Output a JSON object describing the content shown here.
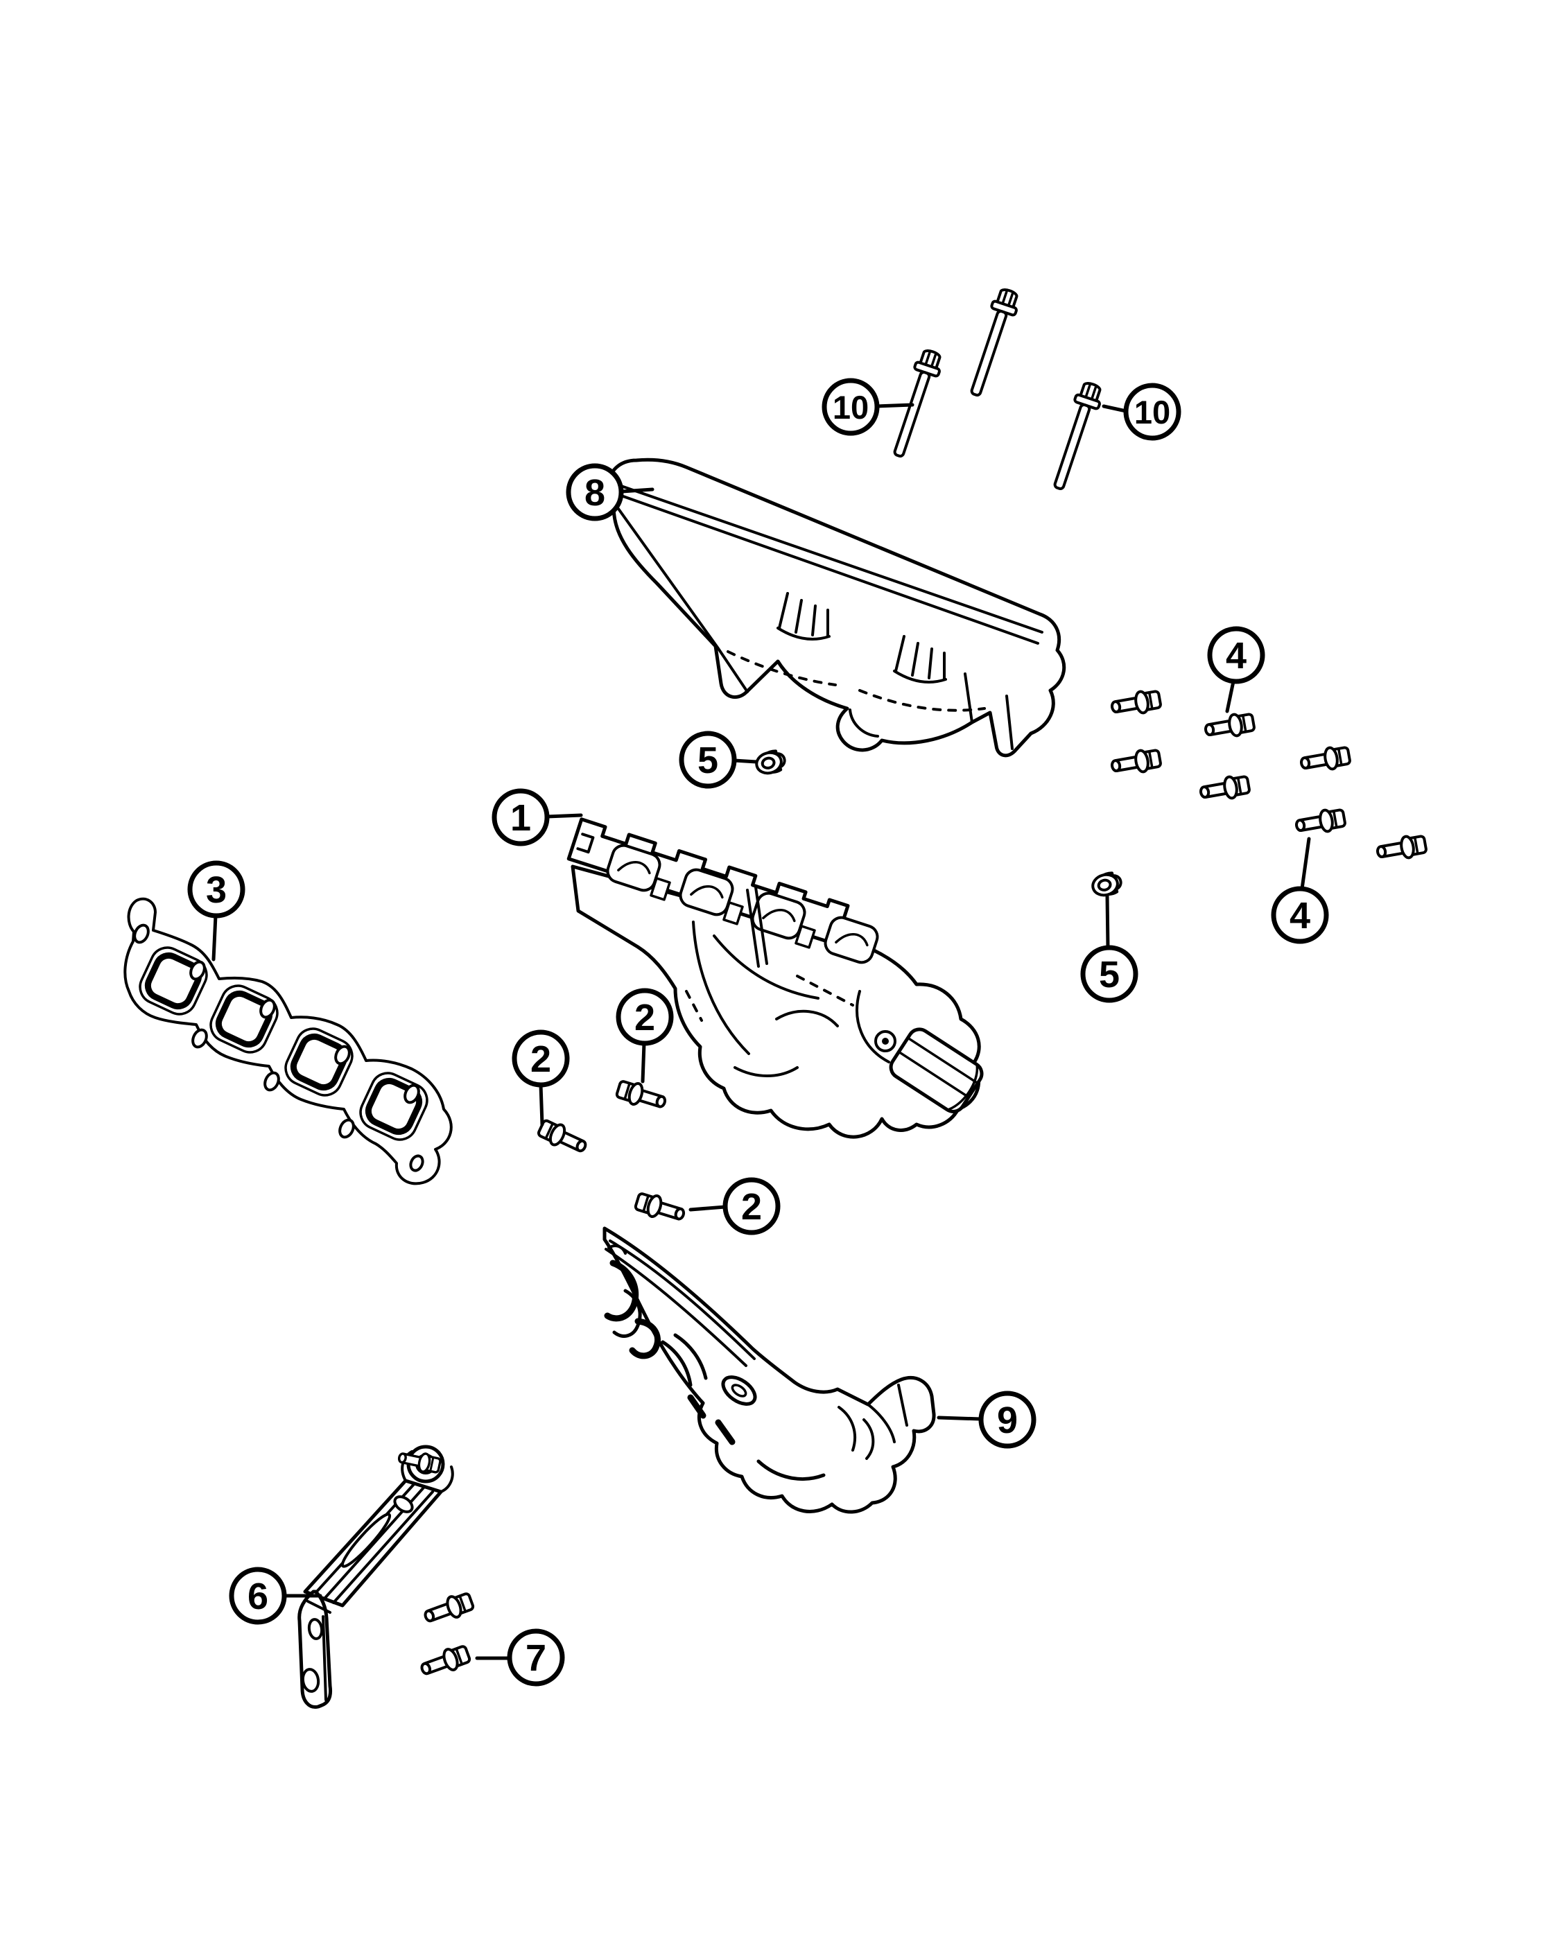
{
  "figure": {
    "background_color": "#ffffff",
    "line_color": "#000000",
    "type": "exploded-parts-diagram"
  },
  "callouts": {
    "c1": {
      "label": "1"
    },
    "c2a": {
      "label": "2"
    },
    "c2b": {
      "label": "2"
    },
    "c2c": {
      "label": "2"
    },
    "c3": {
      "label": "3"
    },
    "c4a": {
      "label": "4"
    },
    "c4b": {
      "label": "4"
    },
    "c5a": {
      "label": "5"
    },
    "c5b": {
      "label": "5"
    },
    "c6": {
      "label": "6"
    },
    "c7": {
      "label": "7"
    },
    "c8": {
      "label": "8"
    },
    "c9": {
      "label": "9"
    },
    "c10a": {
      "label": "10"
    },
    "c10b": {
      "label": "10"
    }
  }
}
